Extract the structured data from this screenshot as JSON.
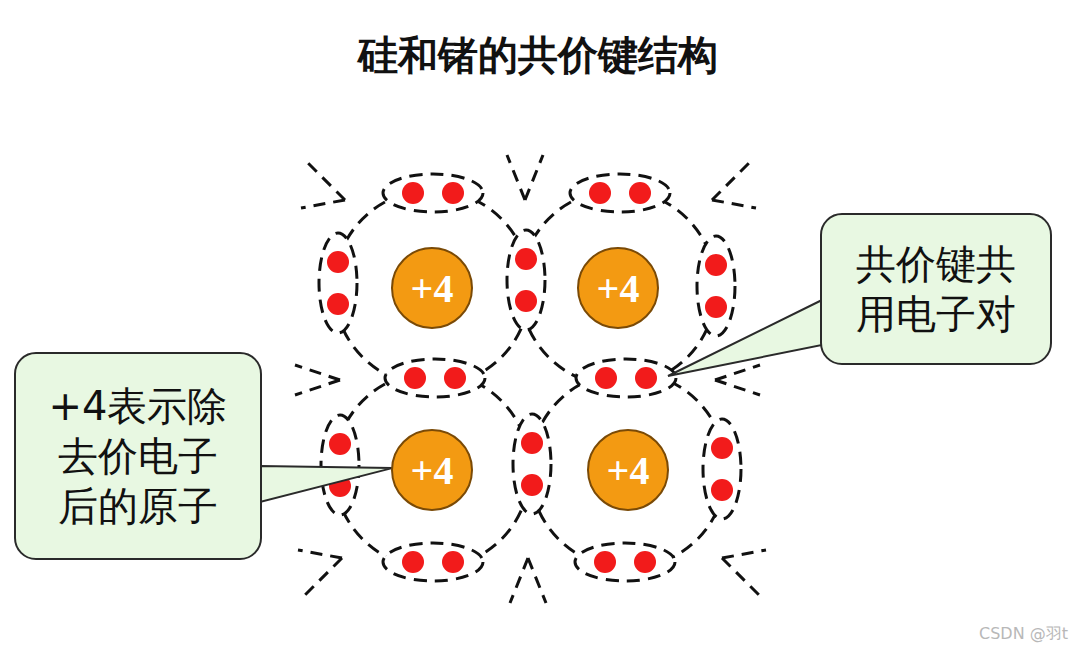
{
  "diagram": {
    "title": "硅和锗的共价键结构",
    "nodes": [
      {
        "text": [
          "+4"
        ]
      },
      {
        "text": [
          "+4"
        ]
      },
      {
        "text": [
          "共价键共 用电子对"
        ]
      },
      {
        "text": [
          "+4表示除 去价电子 后的原子"
        ]
      },
      {
        "text": [
          "+4"
        ]
      },
      {
        "text": [
          "+4"
        ]
      }
    ],
    "edges": [
      {
        "from": 3,
        "to": 4,
        "arrow": "none"
      }
    ],
    "labels": [
      "CSDN @羽t"
    ]
  }
}
